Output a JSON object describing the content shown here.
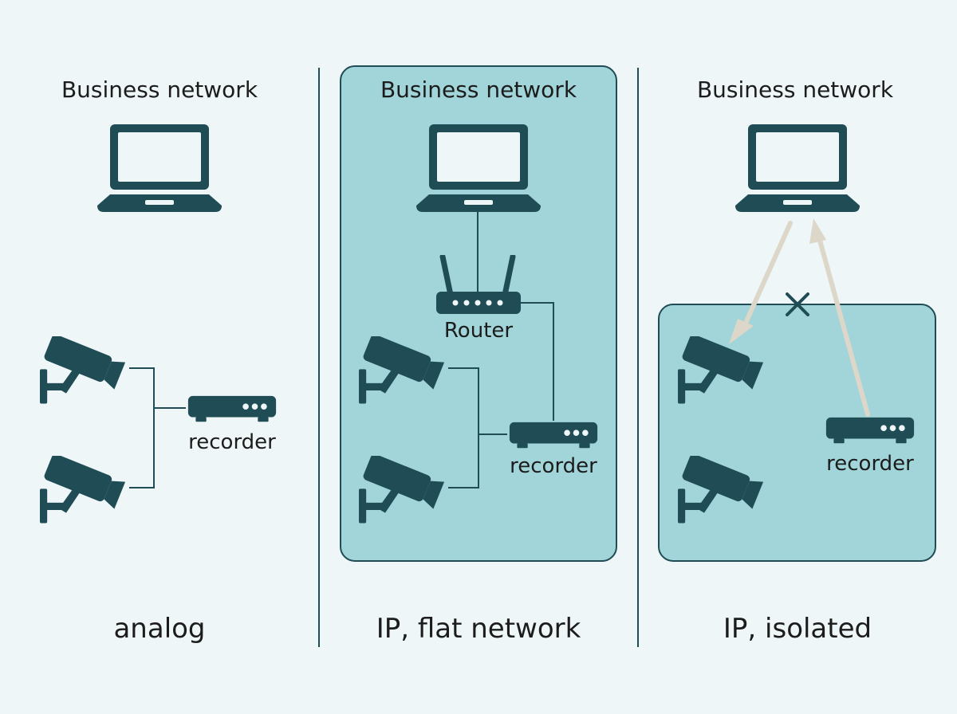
{
  "colors": {
    "background": "#eef6f8",
    "zone_fill": "#a1d5d9",
    "zone_stroke": "#1f4c55",
    "device": "#1f4c55",
    "wire": "#1f4c55",
    "divider": "#1f4c55",
    "blocked_arrow": "#ddd7c9"
  },
  "panels": [
    {
      "title": "Business network",
      "caption": "analog",
      "recorder_label": "recorder"
    },
    {
      "title": "Business network",
      "caption": "IP, flat network",
      "recorder_label": "recorder",
      "router_label": "Router"
    },
    {
      "title": "Business network",
      "caption": "IP, isolated",
      "recorder_label": "recorder"
    }
  ],
  "icons": {
    "laptop": "laptop-icon",
    "camera": "security-camera-icon",
    "recorder": "recorder-icon",
    "router": "router-icon",
    "blocked": "cross-icon"
  }
}
